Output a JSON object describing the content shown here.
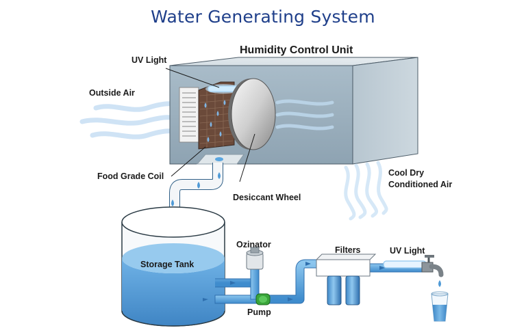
{
  "title": "Water Generating System",
  "labels": {
    "humidity_control_unit": "Humidity Control Unit",
    "uv_light_top": "UV Light",
    "outside_air": "Outside Air",
    "food_grade_coil": "Food Grade Coil",
    "desiccant_wheel": "Desiccant Wheel",
    "cool_dry_line1": "Cool Dry",
    "cool_dry_line2": "Conditioned Air",
    "storage_tank": "Storage Tank",
    "ozinator": "Ozinator",
    "filters": "Filters",
    "uv_light_bottom": "UV Light",
    "pump": "Pump"
  },
  "colors": {
    "title": "#1f3f8a",
    "box_front": "#9fb2c0",
    "box_side": "#b9c7d1",
    "box_top": "#dde5ea",
    "water": "#4f9ad6",
    "pipe": "#5aa6e0",
    "pump": "#3aa53a",
    "air": "#cfe3f5"
  }
}
